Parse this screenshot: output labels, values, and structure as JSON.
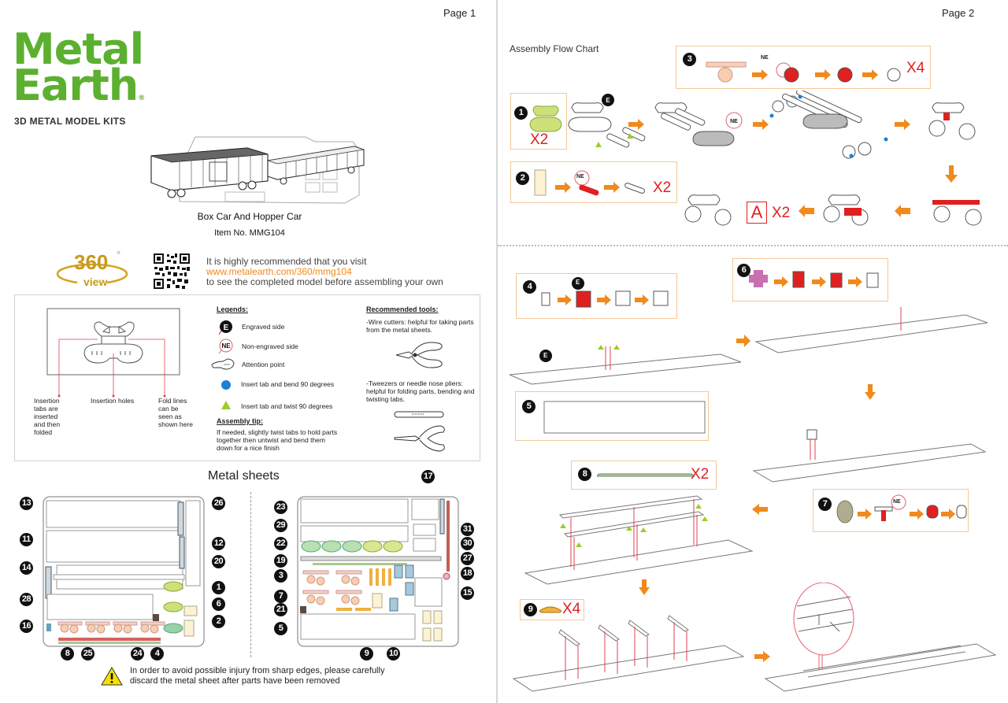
{
  "page1": {
    "page_label": "Page 1",
    "logo": {
      "line1": "Metal",
      "line2": "Earth",
      "registered": "®",
      "tagline": "3D METAL MODEL KITS",
      "color": "#5cb030"
    },
    "model": {
      "title": "Box Car And Hopper Car",
      "item_no": "Item  No.  MMG104"
    },
    "view360": {
      "badge_number": "360",
      "badge_degree": "°",
      "badge_word": "view",
      "qr_icon": "qr-code-icon",
      "text_line1": "It is highly recommended that you visit",
      "link": "www.metalearth.com/360/mmg104",
      "text_line3": "to see the completed model before assembling your own",
      "link_color": "#f08a1c"
    },
    "diagram_labels": {
      "tabs": "Insertion tabs are inserted and then folded",
      "holes": "Insertion holes",
      "fold": "Fold lines can be seen as shown here"
    },
    "legends": {
      "heading": "Legends:",
      "items": [
        {
          "icon": "engraved-side-icon",
          "badge": "E",
          "label": "Engraved side"
        },
        {
          "icon": "non-engraved-side-icon",
          "badge": "NE",
          "label": "Non-engraved side"
        },
        {
          "icon": "pointing-hand-icon",
          "label": "Attention point"
        },
        {
          "icon": "blue-dot-icon",
          "label": "Insert tab and bend 90 degrees",
          "color": "#1e7fd6"
        },
        {
          "icon": "green-triangle-icon",
          "label": "Insert tab and twist 90 degrees",
          "color": "#9ccc2a"
        }
      ],
      "tip_heading": "Assembly tip:",
      "tip_text": "If needed, slightly twist tabs to hold parts together then untwist and bend them down for a nice finish"
    },
    "tools": {
      "heading": "Recommended tools:",
      "items": [
        {
          "icon": "wire-cutters-icon",
          "text": "-Wire cutters: helpful for taking parts from the metal sheets."
        },
        {
          "icon": "tweezers-pliers-icon",
          "text": "-Tweezers or needle nose pliers: helpful for folding parts, bending and twisting tabs."
        }
      ]
    },
    "metal_sheets": {
      "title": "Metal sheets",
      "sheet1_labels": [
        "13",
        "11",
        "14",
        "28",
        "16",
        "8",
        "25",
        "24",
        "4",
        "2",
        "6",
        "1",
        "20",
        "12",
        "26"
      ],
      "sheet2_labels": [
        "23",
        "29",
        "22",
        "19",
        "3",
        "7",
        "21",
        "5",
        "9",
        "10",
        "15",
        "18",
        "27",
        "30",
        "31",
        "17"
      ],
      "warning_icon": "warning-triangle-icon",
      "warning_text_line1": "In order to avoid possible injury from sharp edges, please carefully",
      "warning_text_line2": "discard the metal sheet after parts have been removed"
    }
  },
  "page2": {
    "page_label": "Page 2",
    "flow_title": "Assembly Flow Chart",
    "steps": {
      "s1": {
        "num": "1",
        "qty": "X2"
      },
      "s2": {
        "num": "2",
        "qty": "X2",
        "badge": "NE"
      },
      "s3": {
        "num": "3",
        "qty": "X4",
        "badge": "NE"
      },
      "s4": {
        "num": "4",
        "badge": "E"
      },
      "s5": {
        "num": "5"
      },
      "s6": {
        "num": "6"
      },
      "s7": {
        "num": "7",
        "badge": "NE"
      },
      "s8": {
        "num": "8",
        "qty": "X2"
      },
      "s9": {
        "num": "9",
        "qty": "X4"
      }
    },
    "badges": {
      "e": "E",
      "ne": "NE"
    },
    "subassembly": {
      "letter": "A",
      "qty": "X2"
    },
    "colors": {
      "arrow": "#f08a1c",
      "callout_border": "#f3c89a",
      "qty_red": "#e02020"
    }
  }
}
